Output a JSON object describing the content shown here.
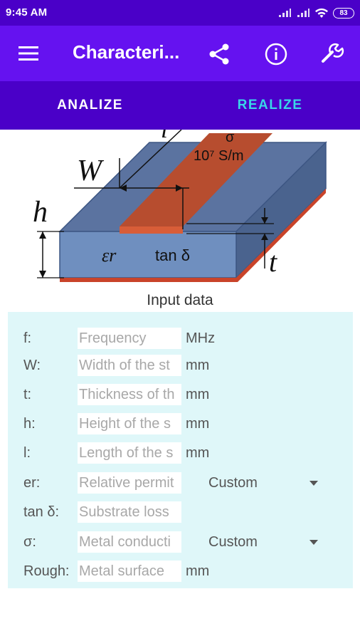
{
  "status_bar": {
    "time": "9:45 AM",
    "battery": "83"
  },
  "app_bar": {
    "title": "Characteri..."
  },
  "tabs": [
    {
      "label": "ANALIZE"
    },
    {
      "label": "REALIZE"
    }
  ],
  "diagram": {
    "sigma": "σ",
    "conductivity_unit": "10⁷ S/m",
    "width_symbol": "W",
    "height_symbol": "h",
    "thickness_symbol": "t",
    "length_symbol": "l",
    "er_symbol": "εr",
    "tan_symbol": "tan δ"
  },
  "form": {
    "title": "Input data",
    "rows": [
      {
        "label": "f:",
        "placeholder": "Frequency",
        "unit": "MHz"
      },
      {
        "label": "W:",
        "placeholder": "Width of the st",
        "unit": "mm"
      },
      {
        "label": "t:",
        "placeholder": "Thickness of th",
        "unit": "mm"
      },
      {
        "label": "h:",
        "placeholder": "Height of the s",
        "unit": "mm"
      },
      {
        "label": "l:",
        "placeholder": "Length of the s",
        "unit": "mm"
      },
      {
        "label": "er:",
        "placeholder": "Relative permit",
        "select": "Custom"
      },
      {
        "label": "tan δ:",
        "placeholder": "Substrate loss"
      },
      {
        "label": "σ:",
        "placeholder": "Metal conducti",
        "select": "Custom"
      },
      {
        "label": "Rough:",
        "placeholder": "Metal surface",
        "unit": "mm"
      }
    ]
  }
}
